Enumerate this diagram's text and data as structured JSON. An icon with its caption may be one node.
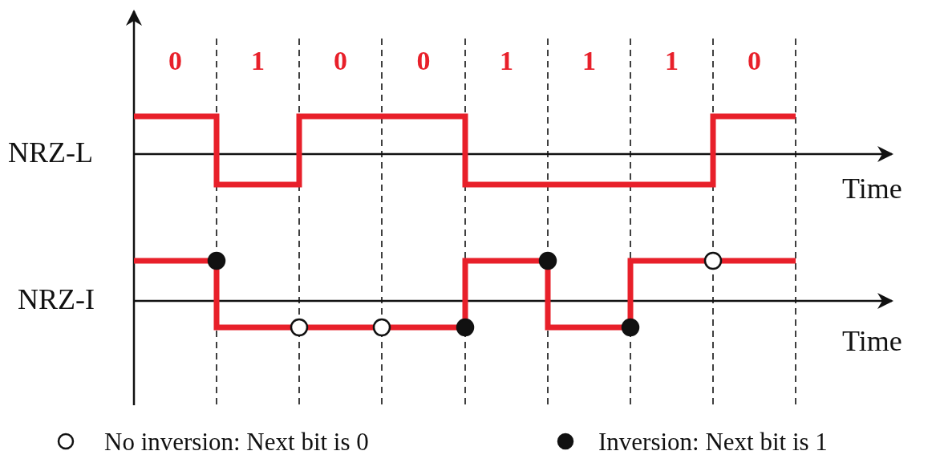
{
  "diagram": {
    "labels": [
      "0",
      "1",
      "0",
      "0",
      "1",
      "1",
      "1",
      "0",
      "NRZ-L",
      "Time",
      "NRZ-I",
      "Time"
    ],
    "legend": [
      {
        "text": "No inversion: Next bit is 0"
      },
      {
        "text": "Inversion: Next bit is 1"
      }
    ]
  }
}
